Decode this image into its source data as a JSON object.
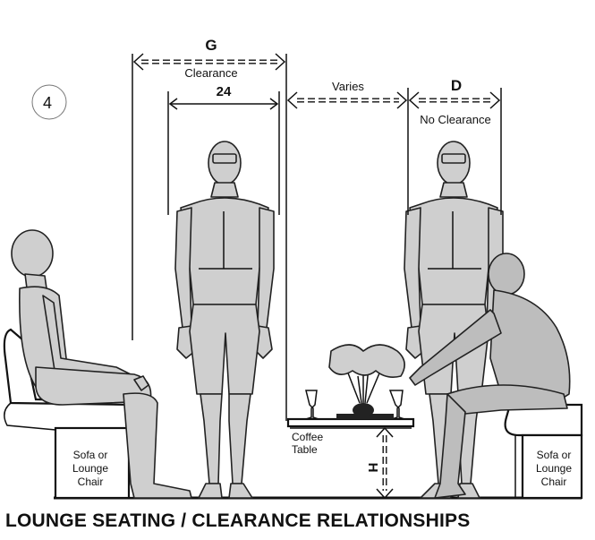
{
  "labels": {
    "dim_g_letter": "G",
    "dim_g_text": "Clearance",
    "dim_24": "24",
    "dim_varies": "Varies",
    "dim_d_letter": "D",
    "dim_d_text": "No Clearance",
    "dim_h_letter": "H",
    "coffee_table_line1": "Coffee",
    "coffee_table_line2": "Table",
    "sofa_left_line1": "Sofa or",
    "sofa_left_line2": "Lounge",
    "sofa_left_line3": "Chair",
    "sofa_right_line1": "Sofa or",
    "sofa_right_line2": "Lounge",
    "sofa_right_line3": "Chair",
    "corner_mark": "4"
  },
  "caption": "LOUNGE SEATING / CLEARANCE RELATIONSHIPS"
}
